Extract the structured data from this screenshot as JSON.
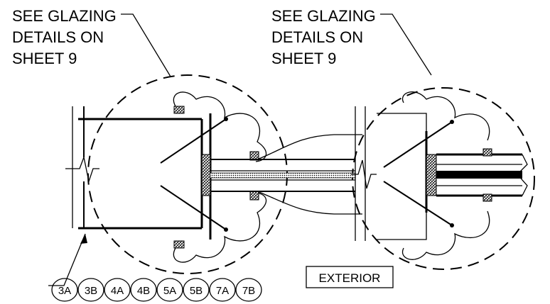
{
  "notes": {
    "left": [
      "SEE GLAZING",
      "DETAILS ON",
      "SHEET 9"
    ],
    "right": [
      "SEE GLAZING",
      "DETAILS ON",
      "SHEET 9"
    ]
  },
  "tags": [
    "3A",
    "3B",
    "4A",
    "4B",
    "5A",
    "5B",
    "7A",
    "7B"
  ],
  "exterior_label": "EXTERIOR"
}
